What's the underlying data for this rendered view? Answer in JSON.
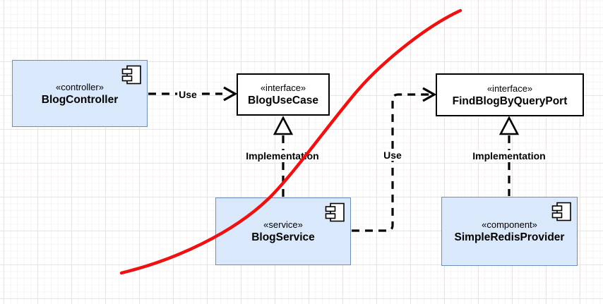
{
  "diagram": {
    "type": "uml-component-diagram",
    "nodes": [
      {
        "stereotype": "«controller»",
        "name": "BlogController",
        "shape": "component",
        "icon": "uml-component-icon"
      },
      {
        "stereotype": "«interface»",
        "name": "BlogUseCase",
        "shape": "interface"
      },
      {
        "stereotype": "«interface»",
        "name": "FindBlogByQueryPort",
        "shape": "interface"
      },
      {
        "stereotype": "«service»",
        "name": "BlogService",
        "shape": "component",
        "icon": "uml-component-icon"
      },
      {
        "stereotype": "«component»",
        "name": "SimpleRedisProvider",
        "shape": "component",
        "icon": "uml-component-icon"
      }
    ],
    "edges": [
      {
        "label": "Use",
        "from": "BlogController",
        "to": "BlogUseCase",
        "line": "dashed",
        "arrow": "open-arrow"
      },
      {
        "label": "Implementation",
        "from": "BlogService",
        "to": "BlogUseCase",
        "line": "dashed",
        "arrow": "hollow-triangle"
      },
      {
        "label": "Use",
        "from": "BlogService",
        "to": "FindBlogByQueryPort",
        "line": "dashed",
        "arrow": "open-arrow"
      },
      {
        "label": "Implementation",
        "from": "SimpleRedisProvider",
        "to": "FindBlogByQueryPort",
        "line": "dashed",
        "arrow": "hollow-triangle"
      }
    ],
    "annotation": {
      "kind": "freehand-curve",
      "color": "#ed1111"
    },
    "colors": {
      "component_fill": "#dae8fc",
      "component_stroke": "#6c8ebf",
      "interface_fill": "#ffffff",
      "line_color": "#000000",
      "grid_major": "#e9e5e5",
      "grid_minor": "#f8f3f3"
    }
  }
}
